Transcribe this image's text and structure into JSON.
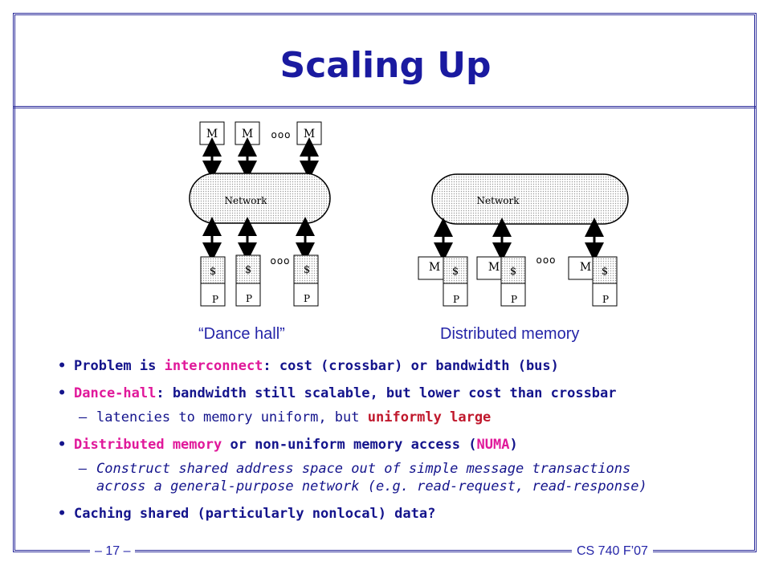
{
  "slide": {
    "title": "Scaling Up",
    "footer_left": "– 17 –",
    "footer_right": "CS 740 F’07",
    "colors": {
      "title": "#1a1aa0",
      "frame": "#2b2b9a",
      "highlight_magenta": "#e0189a",
      "highlight_red": "#c0182c"
    }
  },
  "diagram": {
    "network_label": "Network",
    "memory_label": "M",
    "cache_label": "$",
    "processor_label": "P",
    "ellipsis": "ooo"
  },
  "captions": {
    "left": "“Dance hall”",
    "right": "Distributed memory"
  },
  "bullets": {
    "b1": {
      "pre": "Problem is ",
      "hl": "interconnect",
      "post": ": cost (crossbar) or bandwidth (bus)"
    },
    "b2": {
      "hl": "Dance-hall",
      "post": ":  bandwidth still scalable, but lower cost than crossbar"
    },
    "b2_sub": {
      "pre": "latencies to memory uniform, but ",
      "hl": "uniformly large"
    },
    "b3": {
      "hl": "Distributed memory",
      "mid": " or non-uniform memory access (",
      "hl2": "NUMA",
      "post": ")"
    },
    "b3_sub_line1": "Construct shared address space  out of simple message transactions",
    "b3_sub_line2": "across a general-purpose network (e.g. read-request, read-response)",
    "b4": "Caching shared (particularly nonlocal) data?",
    "bullet_char": "•",
    "dash_char": "–"
  }
}
